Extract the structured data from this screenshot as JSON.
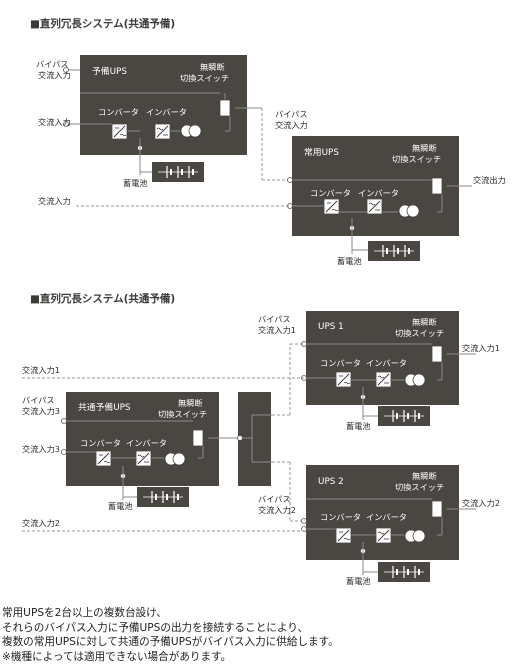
{
  "diagram1": {
    "title": "■直列冗長システム(共通予備)",
    "standby_ups": {
      "name": "予備UPS",
      "switch_line1": "無瞬断",
      "switch_line2": "切換スイッチ",
      "converter": "コンバータ",
      "inverter": "インバータ",
      "battery": "蓄電池"
    },
    "main_ups": {
      "name": "常用UPS",
      "switch_line1": "無瞬断",
      "switch_line2": "切換スイッチ",
      "converter": "コンバータ",
      "inverter": "インバータ",
      "battery": "蓄電池"
    },
    "labels": {
      "bypass_in_1": "バイパス",
      "bypass_in_2": "交流入力",
      "ac_in_standby": "交流入力",
      "bypass_out_1": "バイパス",
      "bypass_out_2": "交流入力",
      "ac_in_main": "交流入力",
      "ac_out": "交流出力"
    }
  },
  "diagram2": {
    "title": "■直列冗長システム(共通予備)",
    "common_ups": {
      "name": "共通予備UPS",
      "switch_line1": "無瞬断",
      "switch_line2": "切換スイッチ",
      "converter": "コンバータ",
      "inverter": "インバータ",
      "battery": "蓄電池"
    },
    "ups1": {
      "name": "UPS 1",
      "switch_line1": "無瞬断",
      "switch_line2": "切換スイッチ",
      "converter": "コンバータ",
      "inverter": "インバータ",
      "battery": "蓄電池"
    },
    "ups2": {
      "name": "UPS 2",
      "switch_line1": "無瞬断",
      "switch_line2": "切換スイッチ",
      "converter": "コンバータ",
      "inverter": "インバータ",
      "battery": "蓄電池"
    },
    "labels": {
      "bypass1_1": "バイパス",
      "bypass1_2": "交流入力1",
      "ac_in_1": "交流入力1",
      "ac_out_1": "交流入力1",
      "bypass3_1": "バイパス",
      "bypass3_2": "交流入力3",
      "ac_in_3": "交流入力3",
      "bypass2_1": "バイパス",
      "bypass2_2": "交流入力2",
      "ac_in_2": "交流入力2",
      "ac_out_2": "交流入力2"
    }
  },
  "description": [
    "常用UPSを2台以上の複数台設け、",
    "それらのバイパス入力に予備UPSの出力を接続することにより、",
    "複数の常用UPSに対して共通の予備UPSがバイパス入力に供給します。",
    "※機種によっては適用できない場合があります。"
  ]
}
